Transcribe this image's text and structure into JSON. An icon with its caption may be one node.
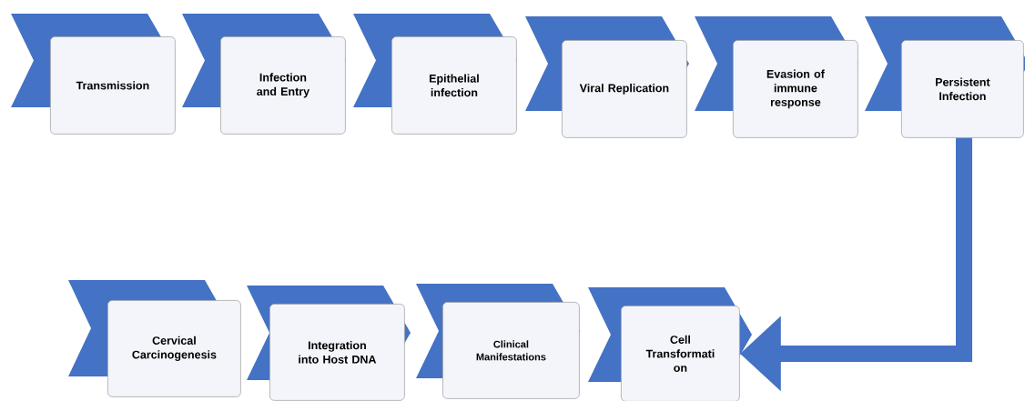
{
  "diagram": {
    "nodes": [
      {
        "text": [
          "Transmission"
        ]
      },
      {
        "text": [
          "Infection and Entry"
        ]
      },
      {
        "text": [
          "Epithelial infection"
        ]
      },
      {
        "text": [
          "Viral Replication"
        ]
      },
      {
        "text": [
          "Evasion of immune response"
        ]
      },
      {
        "text": [
          "Persistent Infection"
        ]
      },
      {
        "text": [
          "Cervical Carcinogenesis"
        ]
      },
      {
        "text": [
          "Integration into Host DNA"
        ]
      },
      {
        "text": [
          "Clinical Manifestations"
        ]
      },
      {
        "text": [
          "Cell Transformati on"
        ]
      }
    ],
    "edges": [
      {
        "from": 5,
        "to": 9,
        "arrow": "to"
      }
    ]
  }
}
